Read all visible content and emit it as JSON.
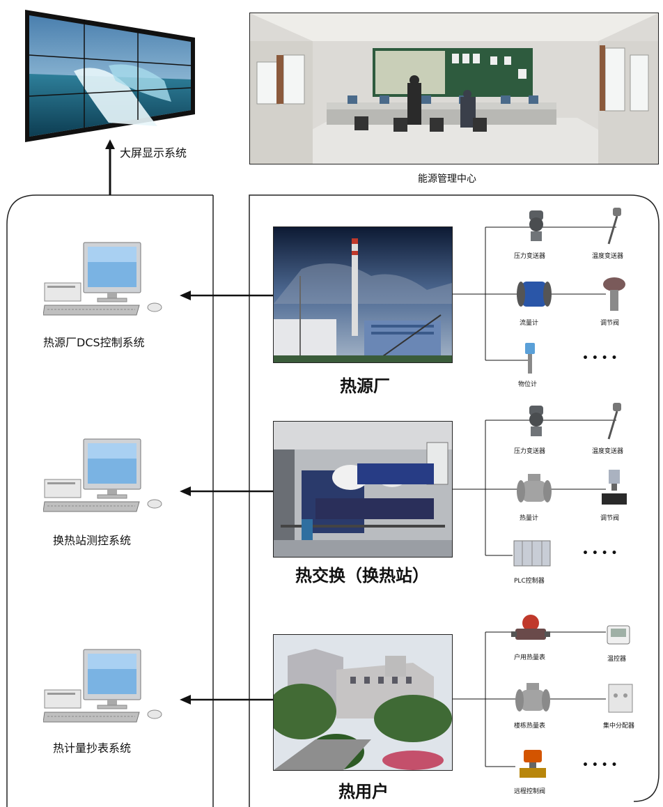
{
  "top": {
    "big_screen_label": "大屏显示系统",
    "energy_center_label": "能源管理中心"
  },
  "systems": [
    {
      "label": "热源厂DCS控制系统"
    },
    {
      "label": "换热站测控系统"
    },
    {
      "label": "热计量抄表系统"
    }
  ],
  "sites": [
    {
      "label": "热源厂",
      "instruments": [
        "压力变送器",
        "温度变送器",
        "流量计",
        "调节阀",
        "物位计"
      ],
      "more": "• • • •"
    },
    {
      "label": "热交换（换热站）",
      "instruments": [
        "压力变送器",
        "温度变送器",
        "热量计",
        "调节阀",
        "PLC控制器"
      ],
      "more": "• • • •"
    },
    {
      "label": "热用户",
      "instruments": [
        "户用热量表",
        "温控器",
        "楼栋热量表",
        "集中分配器",
        "远程控制阀"
      ],
      "more": "• • • •"
    }
  ]
}
